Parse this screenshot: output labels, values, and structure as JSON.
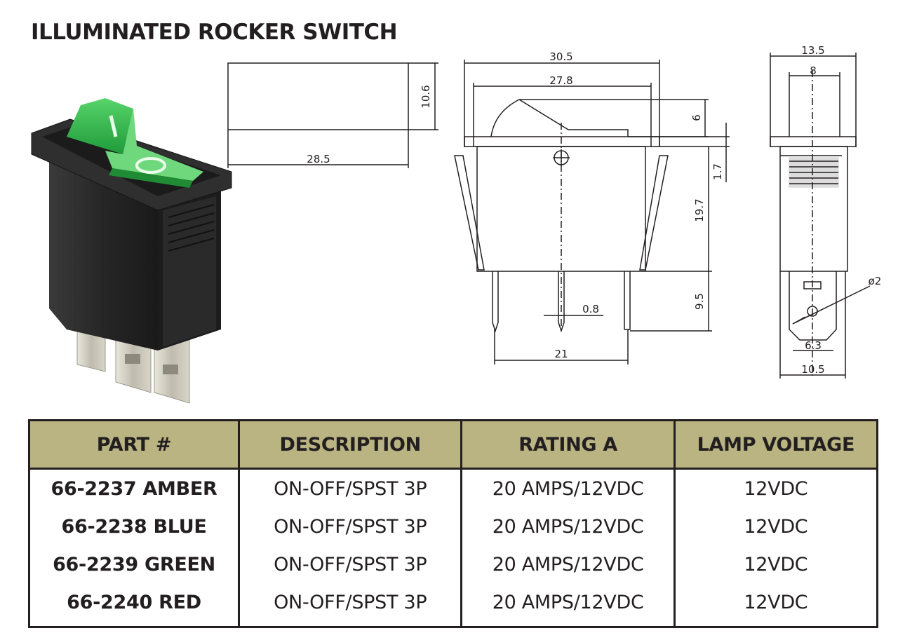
{
  "title": "ILLUMINATED ROCKER SWITCH",
  "dimensions": {
    "top_length": "28.5",
    "top_height": "10.6",
    "front_outer_width": "30.5",
    "front_inner_width": "27.8",
    "rocker_height": "6",
    "flange": "1.7",
    "body_height": "19.7",
    "terminal_length": "9.5",
    "terminal_thickness": "0.8",
    "terminal_pitch": "21",
    "side_outer_width": "13.5",
    "side_rocker_width": "8",
    "hole_dia": "ø2",
    "terminal_width": "6.3",
    "side_body_width": "10.5"
  },
  "table": {
    "headers": [
      "PART #",
      "DESCRIPTION",
      "RATING A",
      "LAMP VOLTAGE"
    ],
    "rows": [
      [
        "66-2237 AMBER",
        "ON-OFF/SPST 3P",
        "20 AMPS/12VDC",
        "12VDC"
      ],
      [
        "66-2238 BLUE",
        "ON-OFF/SPST 3P",
        "20 AMPS/12VDC",
        "12VDC"
      ],
      [
        "66-2239 GREEN",
        "ON-OFF/SPST 3P",
        "20 AMPS/12VDC",
        "12VDC"
      ],
      [
        "66-2240 RED",
        "ON-OFF/SPST 3P",
        "20 AMPS/12VDC",
        "12VDC"
      ]
    ]
  },
  "colors": {
    "header_bg": "#b9b482",
    "rocker": "#2fb34a",
    "body": "#2b2b2b"
  }
}
